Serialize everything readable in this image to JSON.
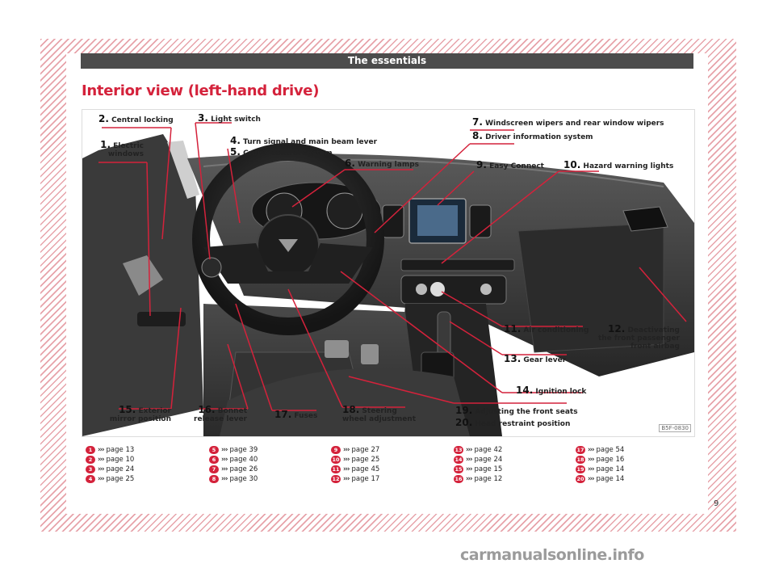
{
  "header": {
    "section_title": "The essentials"
  },
  "page_title": "Interior view (left-hand drive)",
  "figure": {
    "code": "B5F-0830",
    "callouts": [
      {
        "num": "2.",
        "label": "Central locking"
      },
      {
        "num": "1.",
        "label": "Electric\nwindows"
      },
      {
        "num": "3.",
        "label": "Light switch"
      },
      {
        "num": "4.",
        "label": "Turn signal and main beam lever"
      },
      {
        "num": "5.",
        "label": "Cruise control system"
      },
      {
        "num": "6.",
        "label": "Warning lamps"
      },
      {
        "num": "7.",
        "label": "Windscreen wipers and rear window wipers"
      },
      {
        "num": "8.",
        "label": "Driver information system"
      },
      {
        "num": "9.",
        "label": "Easy Connect"
      },
      {
        "num": "10.",
        "label": "Hazard warning lights"
      },
      {
        "num": "11.",
        "label": "Air conditioning"
      },
      {
        "num": "12.",
        "label": "Deactivating\nthe front passenger\nfront airbag"
      },
      {
        "num": "13.",
        "label": "Gear lever"
      },
      {
        "num": "14.",
        "label": "Ignition lock"
      },
      {
        "num": "15.",
        "label": "Exterior\nmirror position"
      },
      {
        "num": "16.",
        "label": "Bonnet\nrelease lever"
      },
      {
        "num": "17.",
        "label": "Fuses"
      },
      {
        "num": "18.",
        "label": "Steering\nwheel adjustment"
      },
      {
        "num": "19.",
        "label": "Adjusting the front seats"
      },
      {
        "num": "20.",
        "label": "Head restraint position"
      }
    ]
  },
  "page_refs": [
    {
      "num": "1",
      "text": "page 13"
    },
    {
      "num": "2",
      "text": "page 10"
    },
    {
      "num": "3",
      "text": "page 24"
    },
    {
      "num": "4",
      "text": "page 25"
    },
    {
      "num": "5",
      "text": "page 39"
    },
    {
      "num": "6",
      "text": "page 40"
    },
    {
      "num": "7",
      "text": "page 26"
    },
    {
      "num": "8",
      "text": "page 30"
    },
    {
      "num": "9",
      "text": "page 27"
    },
    {
      "num": "10",
      "text": "page 25"
    },
    {
      "num": "11",
      "text": "page 45"
    },
    {
      "num": "12",
      "text": "page 17"
    },
    {
      "num": "13",
      "text": "page 42"
    },
    {
      "num": "14",
      "text": "page 24"
    },
    {
      "num": "15",
      "text": "page 15"
    },
    {
      "num": "16",
      "text": "page 12"
    },
    {
      "num": "17",
      "text": "page 54"
    },
    {
      "num": "18",
      "text": "page 16"
    },
    {
      "num": "19",
      "text": "page 14"
    },
    {
      "num": "20",
      "text": "page 14"
    }
  ],
  "arrow_glyph": "›››",
  "page_number": "9",
  "watermark": "carmanualsonline.info",
  "colors": {
    "accent": "#d4223b",
    "header_bg": "#4c4c4c",
    "stripe": "#e7a3aa"
  }
}
